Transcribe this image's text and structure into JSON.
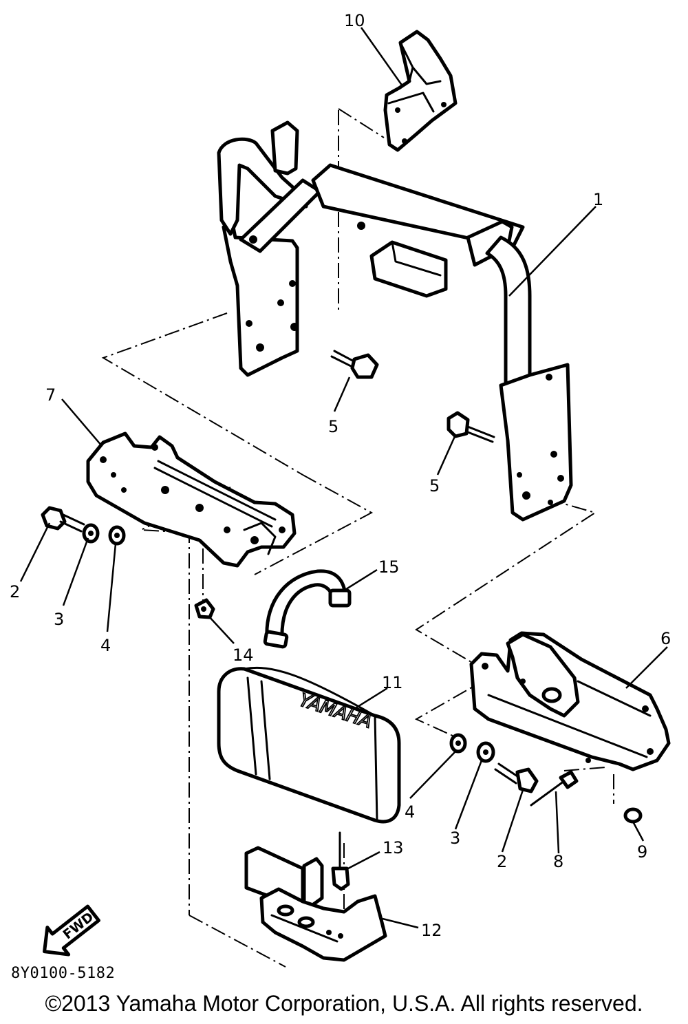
{
  "diagram": {
    "callouts": {
      "c1": "1",
      "c2a": "2",
      "c2b": "2",
      "c3a": "3",
      "c3b": "3",
      "c4a": "4",
      "c4b": "4",
      "c5a": "5",
      "c5b": "5",
      "c6": "6",
      "c7": "7",
      "c8": "8",
      "c9": "9",
      "c10": "10",
      "c11": "11",
      "c12": "12",
      "c13": "13",
      "c14": "14",
      "c15": "15"
    },
    "logo_text": "YAMAHA",
    "fwd_label": "FWD",
    "diagram_id": "8Y0100-5182"
  },
  "footer": {
    "copyright": "©2013 Yamaha Motor Corporation, U.S.A. All rights reserved."
  }
}
